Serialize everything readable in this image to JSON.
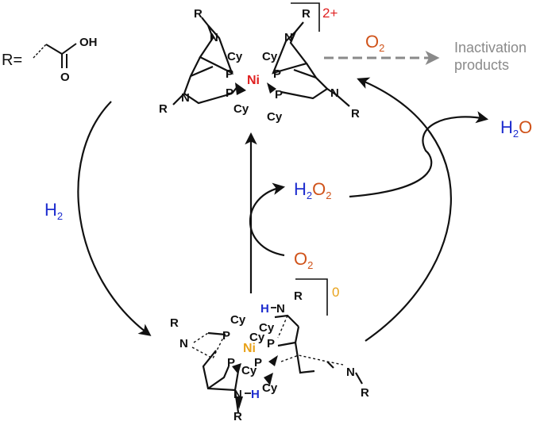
{
  "r_group": {
    "label": "R=",
    "oh": "OH",
    "o": "O"
  },
  "atoms": {
    "N": "N",
    "P": "P",
    "Cy": "Cy",
    "R": "R",
    "Ni": "Ni",
    "H": "H"
  },
  "top_complex": {
    "charge": "2+"
  },
  "bottom_complex": {
    "charge": "0"
  },
  "cycle": {
    "h2": "H",
    "h2_sub": "2",
    "o2_center": "O",
    "o2_center_sub": "2",
    "h2o2_h": "H",
    "h2o2_h_sub": "2",
    "h2o2_o": "O",
    "h2o2_o_sub": "2",
    "water_h": "H",
    "water_h_sub": "2",
    "water_o": "O",
    "o2_top": "O",
    "o2_top_sub": "2",
    "inactivation_line1": "Inactivation",
    "inactivation_line2": "products"
  },
  "colors": {
    "blue": "#1f2ecf",
    "orange": "#d0531a",
    "red": "#e02020",
    "gold": "#e8a21a",
    "gray": "#8a8a8a",
    "black": "#111111"
  }
}
